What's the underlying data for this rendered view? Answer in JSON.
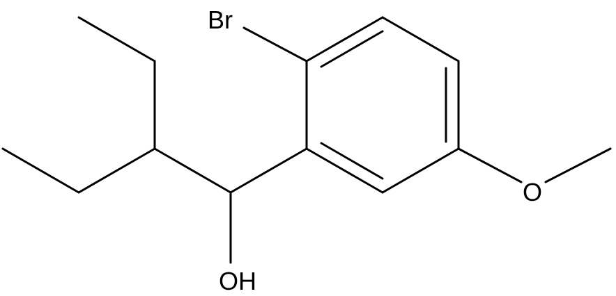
{
  "structure": {
    "atoms": {
      "bromine": "Br",
      "hydroxyl": "OH",
      "ether_oxygen": "O"
    },
    "colors": {
      "bond": "#000000",
      "label": "#000000",
      "background": "#ffffff"
    }
  }
}
